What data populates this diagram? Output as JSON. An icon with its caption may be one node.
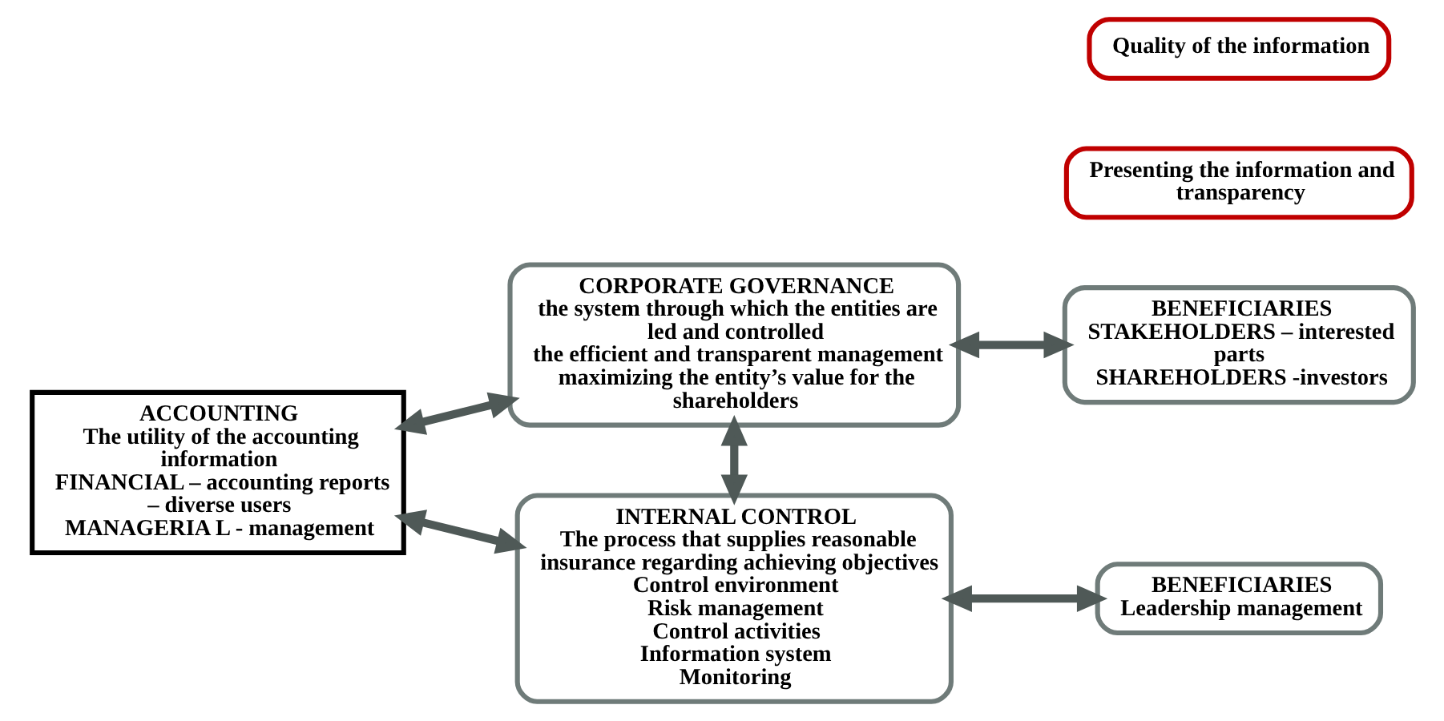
{
  "diagram": {
    "nodes": [
      {
        "text": [
          "ACCOUNTING",
          "The utility of the accounting information",
          "FINANCIAL – accounting reports – diverse users",
          "MANAGERIA L - management"
        ]
      },
      {
        "text": [
          "CORPORATE GOVERNANCE",
          "the system through which the entities are led and controlled",
          "the efficient and transparent management",
          "maximizing the entity’s value for the shareholders"
        ]
      },
      {
        "text": [
          "BENEFICIARIES",
          "STAKEHOLDERS – interested parts",
          "SHAREHOLDERS -investors"
        ]
      },
      {
        "text": [
          "Presenting the information and transparency"
        ]
      },
      {
        "text": [
          "INTERNAL CONTROL",
          "The process that supplies reasonable insurance regarding achieving objectives",
          "Control environment",
          "Risk management",
          "Control activities",
          "Information system",
          "Monitoring"
        ]
      },
      {
        "text": [
          "BENEFICIARIES",
          "Leadership management"
        ]
      },
      {
        "text": [
          "Quality of the information"
        ]
      }
    ],
    "edges": [
      {
        "from": 0,
        "to": 1,
        "arrow": "both"
      },
      {
        "from": 0,
        "to": 4,
        "arrow": "both"
      },
      {
        "from": 1,
        "to": 4,
        "arrow": "both"
      },
      {
        "from": 1,
        "to": 2,
        "arrow": "both"
      },
      {
        "from": 4,
        "to": 5,
        "arrow": "both"
      }
    ]
  }
}
